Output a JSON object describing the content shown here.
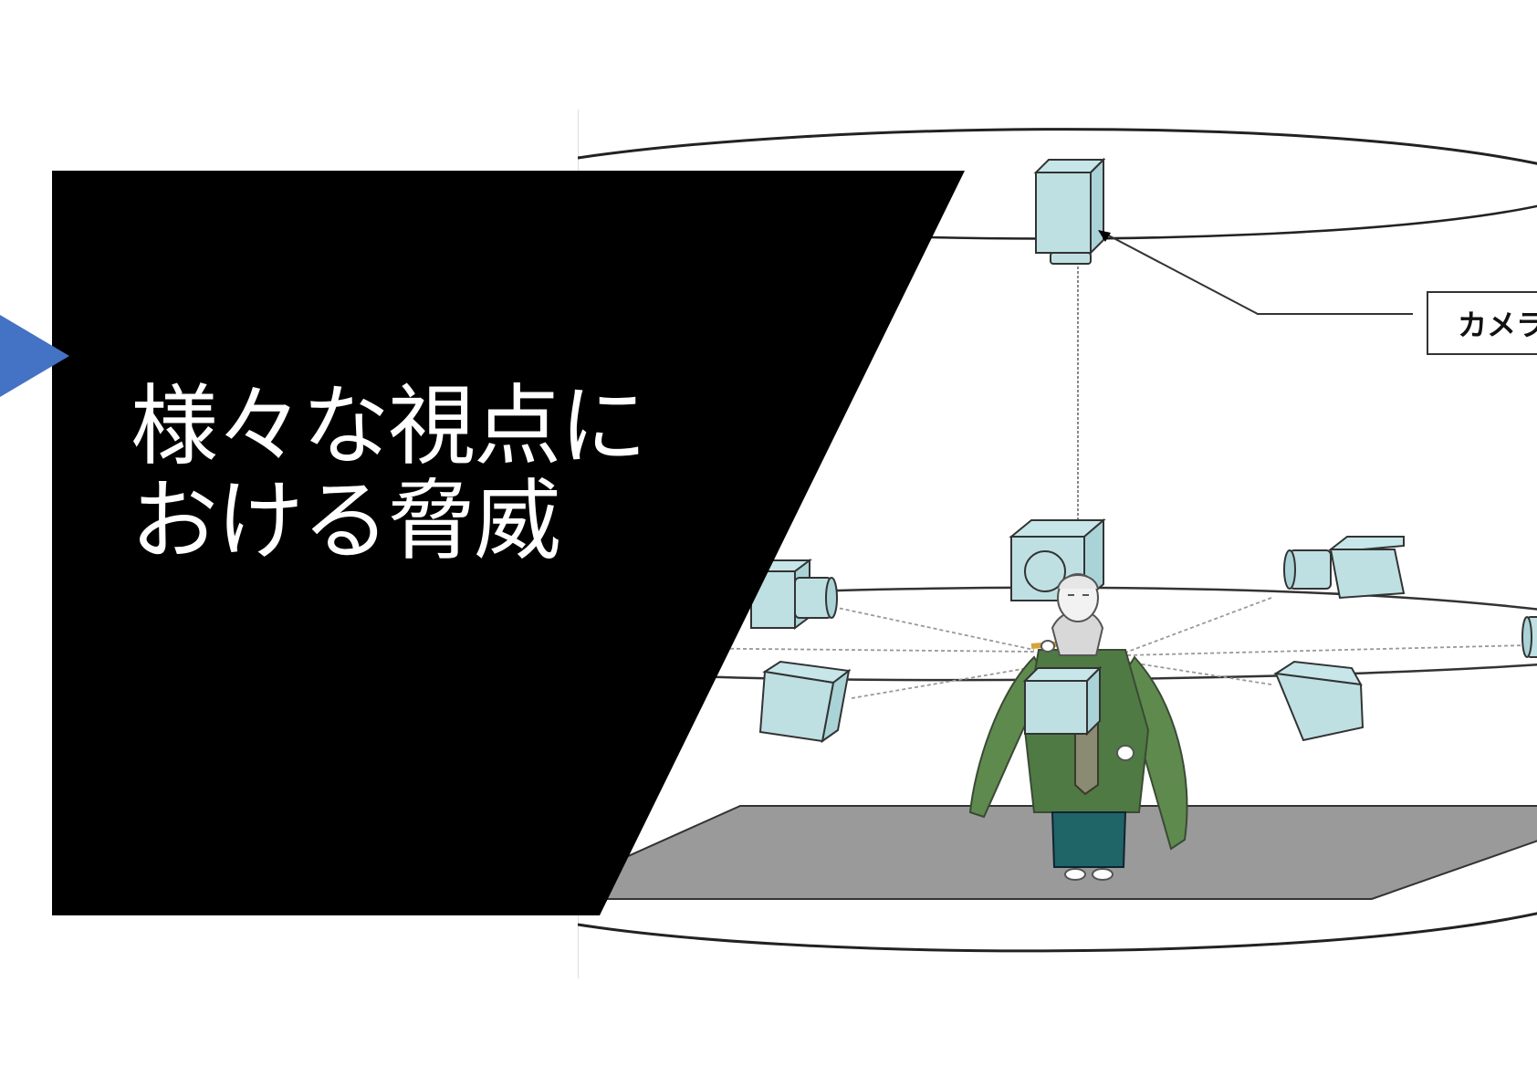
{
  "slide": {
    "title_lines": [
      "様々な視点に",
      "おける脅威"
    ],
    "colors": {
      "title_panel": "#000000",
      "title_text": "#ffffff",
      "bullet_marker": "#4472c4",
      "camera_fill": "#bfe0e3",
      "floor": "#9a9a9a",
      "robe": "#5f8a4e",
      "hakama": "#1f6466"
    }
  },
  "diagram": {
    "callout_label": "カメラ",
    "icons": [
      "camera-icon",
      "noh-performer-icon"
    ]
  }
}
